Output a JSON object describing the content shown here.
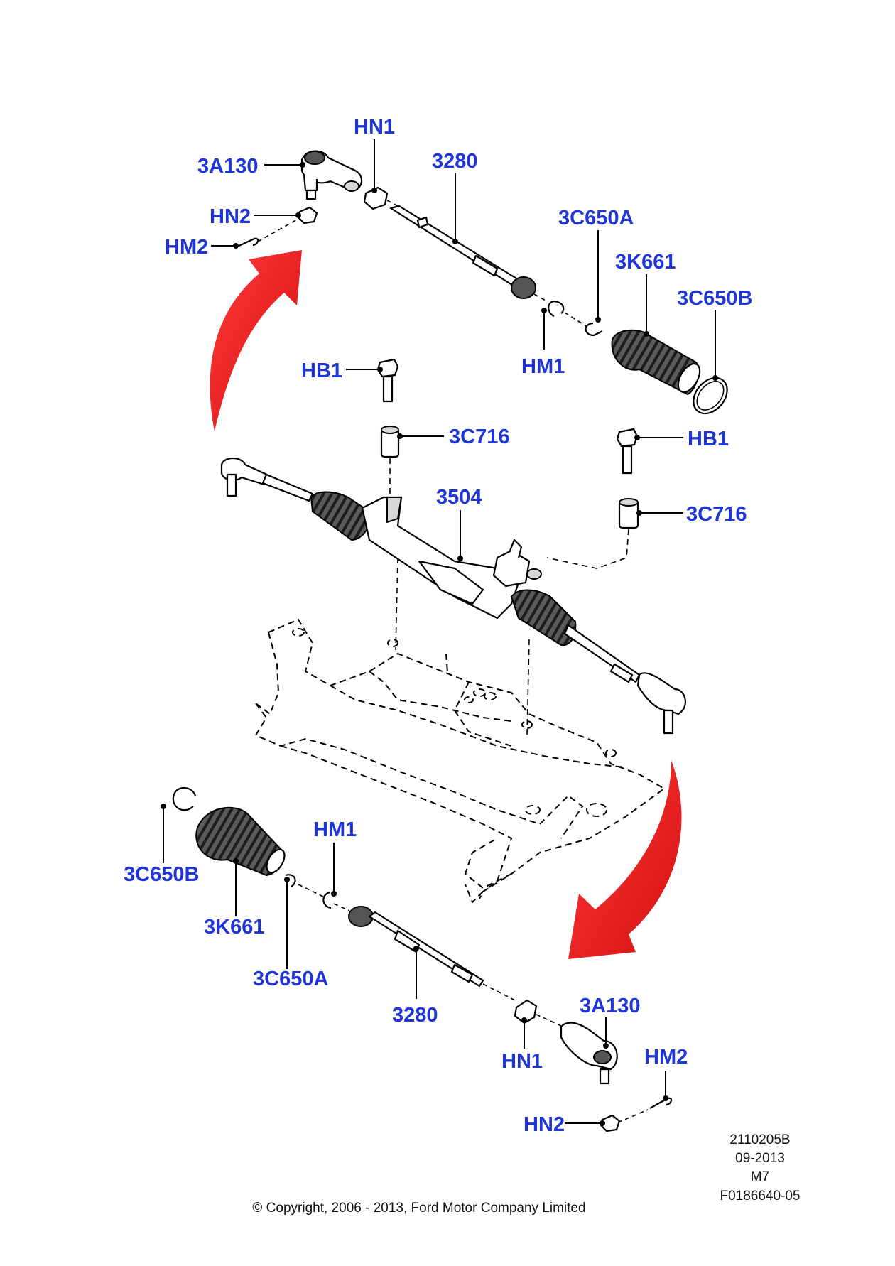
{
  "callouts": {
    "hn1_top": "HN1",
    "a3a130_top": "3A130",
    "p3280_top": "3280",
    "hn2_top": "HN2",
    "hm2_top": "HM2",
    "c3c650a_top": "3C650A",
    "k3k661_top": "3K661",
    "c3c650b_top": "3C650B",
    "hm1_top": "HM1",
    "hb1_left": "HB1",
    "c3c716_left": "3C716",
    "hb1_right": "HB1",
    "p3504": "3504",
    "c3c716_right": "3C716",
    "c3c650b_bottom": "3C650B",
    "hm1_bottom": "HM1",
    "k3k661_bottom": "3K661",
    "c3c650a_bottom": "3C650A",
    "p3280_bottom": "3280",
    "a3a130_bottom": "3A130",
    "hn1_bottom": "HN1",
    "hm2_bottom": "HM2",
    "hn2_bottom": "HN2"
  },
  "footer": {
    "ref_number": "2110205B",
    "date": "09-2013",
    "model": "M7",
    "figure_id": "F0186640-05",
    "copyright": "© Copyright, 2006 - 2013, Ford Motor Company Limited"
  },
  "colors": {
    "callout_text": "#1f35d8",
    "arrow": "#ee1c1c",
    "lines": "#000000"
  }
}
